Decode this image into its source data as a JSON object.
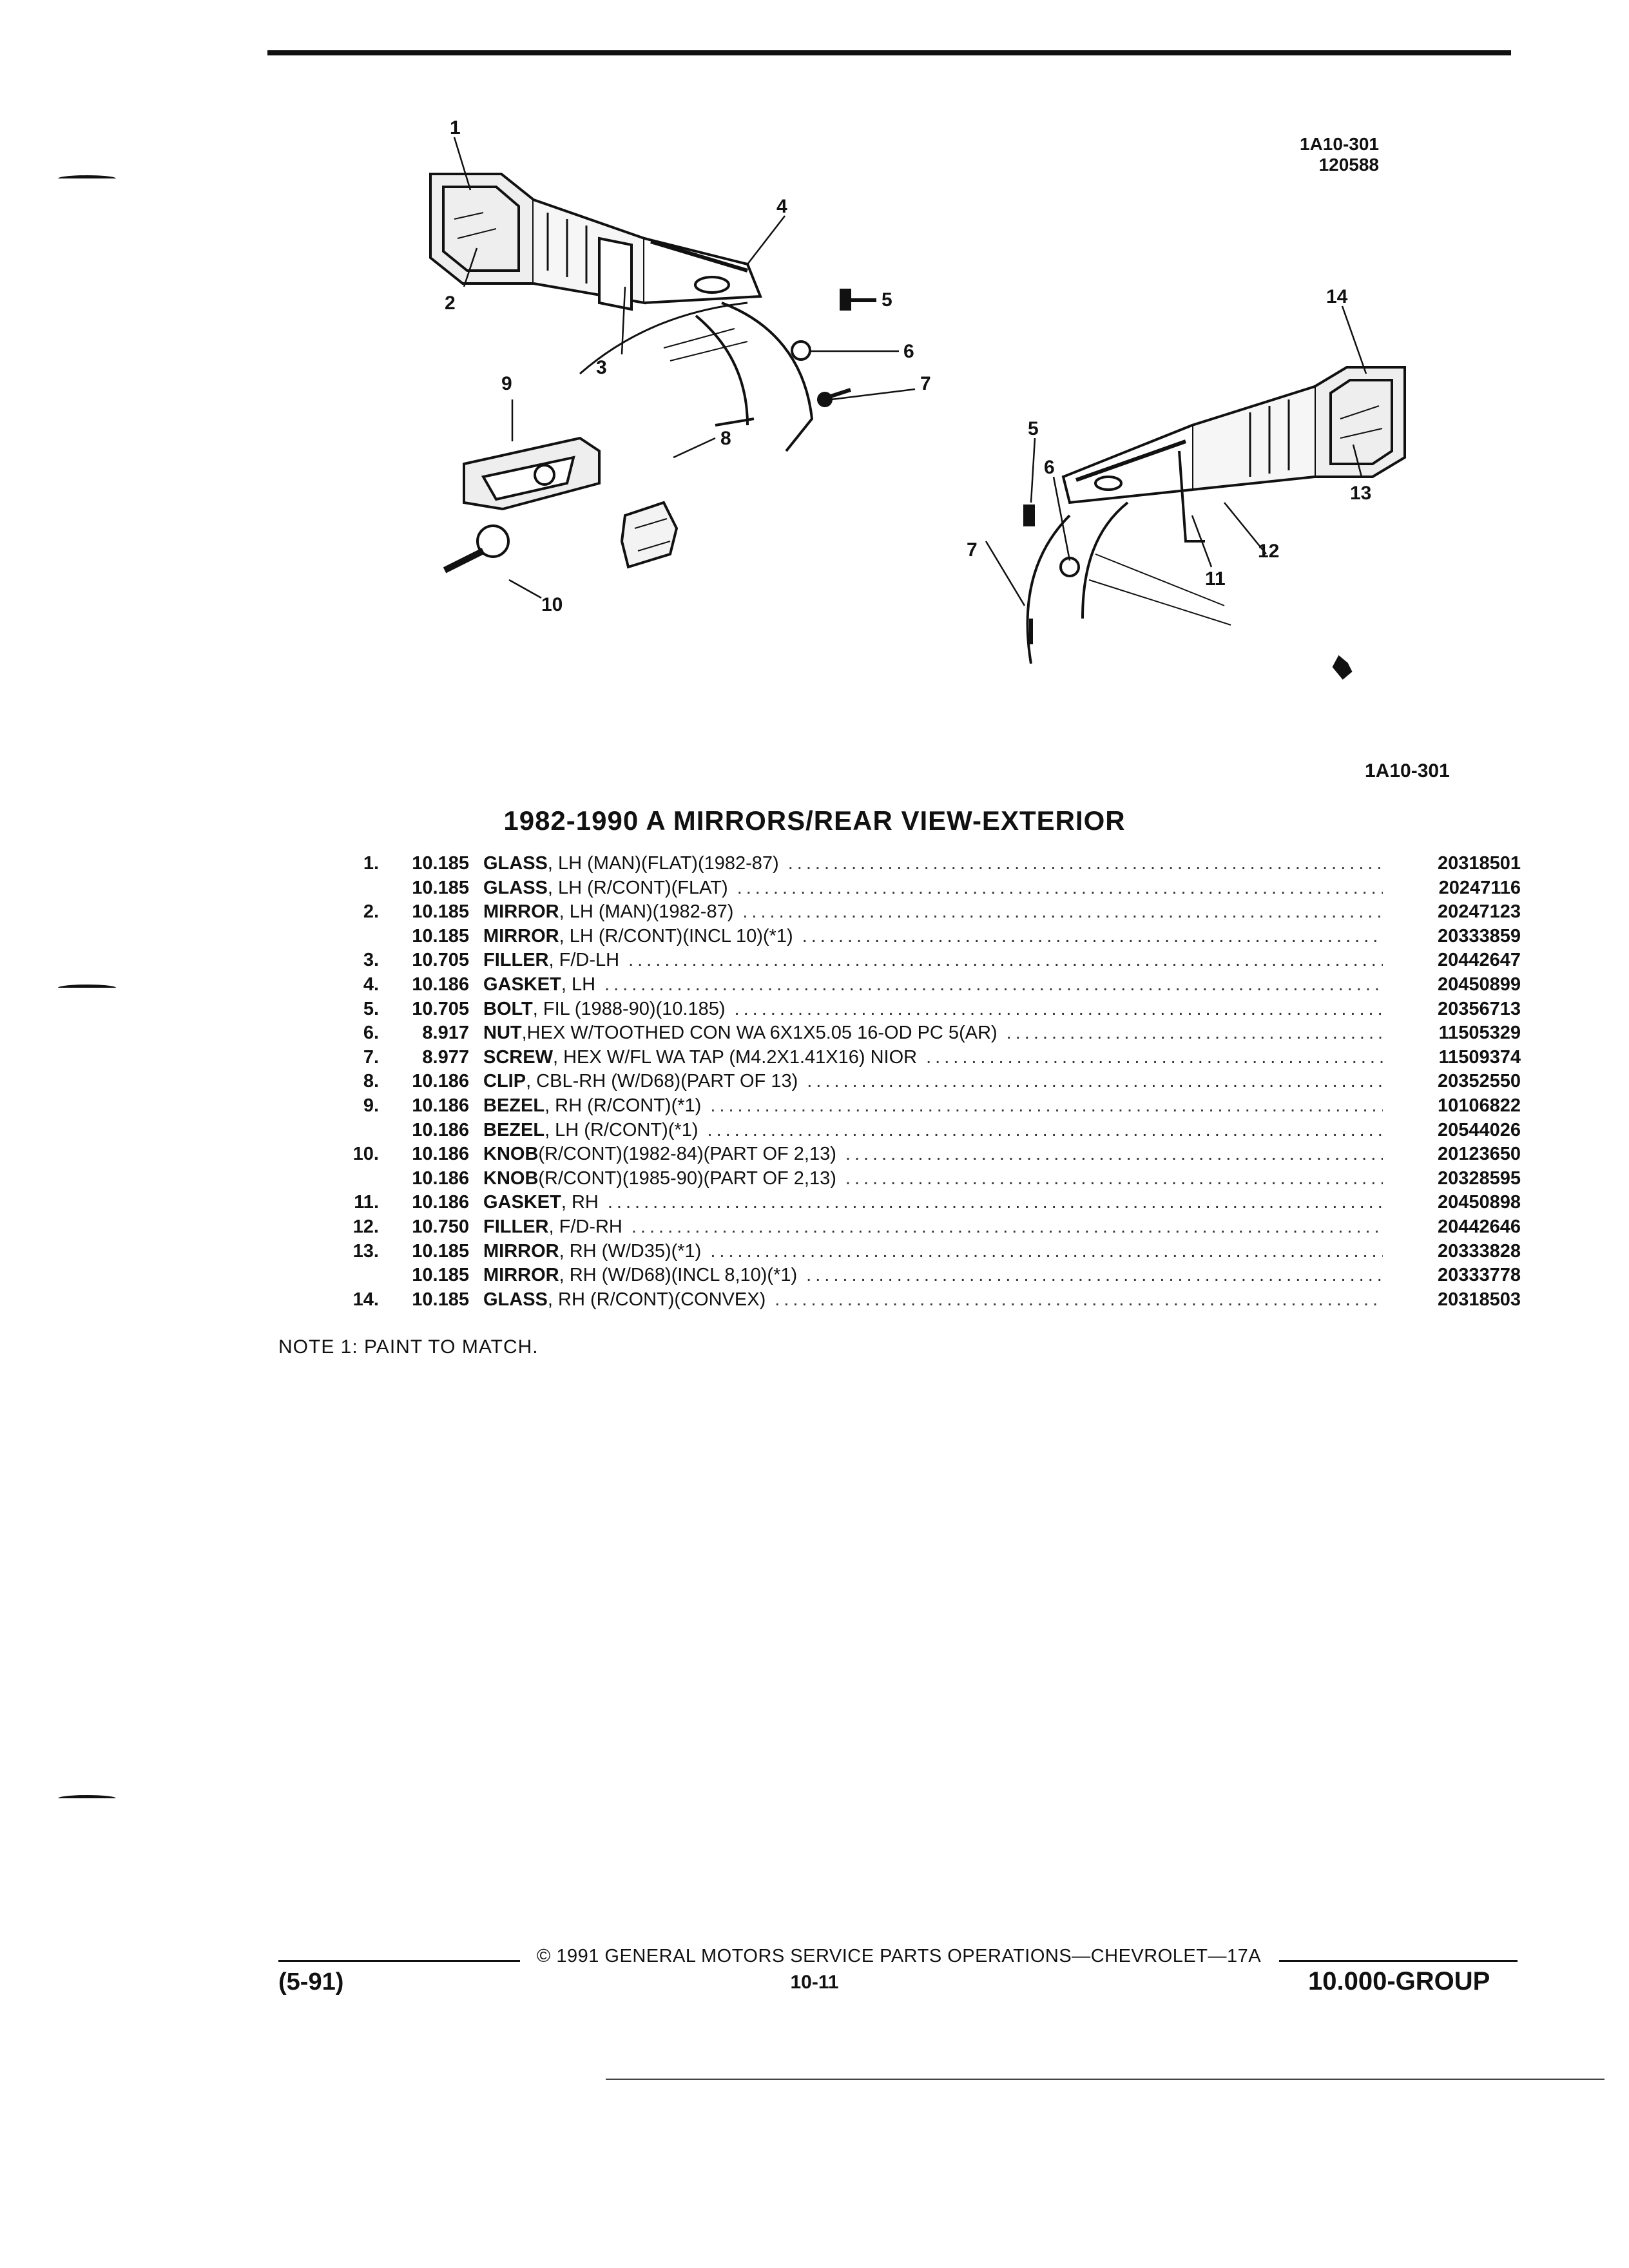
{
  "header": {
    "diagram_ref_top": "1A10-301",
    "diagram_date": "120588",
    "diagram_ref_bottom": "1A10-301"
  },
  "illustration": {
    "callouts": [
      "1",
      "2",
      "3",
      "4",
      "5",
      "6",
      "7",
      "9",
      "8",
      "10",
      "14",
      "13",
      "5",
      "6",
      "7",
      "12",
      "11"
    ]
  },
  "section_title": "1982-1990 A MIRRORS/REAR VIEW-EXTERIOR",
  "parts": [
    {
      "item": "1.",
      "code": "10.185",
      "name": "GLASS",
      "desc": " , LH (MAN)(FLAT)(1982-87)",
      "part": "20318501"
    },
    {
      "item": "",
      "code": "10.185",
      "name": "GLASS",
      "desc": " , LH (R/CONT)(FLAT)",
      "part": "20247116"
    },
    {
      "item": "2.",
      "code": "10.185",
      "name": "MIRROR",
      "desc": " , LH (MAN)(1982-87)",
      "part": "20247123"
    },
    {
      "item": "",
      "code": "10.185",
      "name": "MIRROR",
      "desc": " , LH (R/CONT)(INCL 10)(*1)",
      "part": "20333859"
    },
    {
      "item": "3.",
      "code": "10.705",
      "name": "FILLER",
      "desc": " , F/D-LH",
      "part": "20442647"
    },
    {
      "item": "4.",
      "code": "10.186",
      "name": "GASKET",
      "desc": " , LH",
      "part": "20450899"
    },
    {
      "item": "5.",
      "code": "10.705",
      "name": "BOLT",
      "desc": " , FIL (1988-90)(10.185)",
      "part": "20356713"
    },
    {
      "item": "6.",
      "code": "8.917",
      "name": "NUT",
      "desc": " ,HEX W/TOOTHED CON WA 6X1X5.05 16-OD PC 5(AR)",
      "part": "11505329"
    },
    {
      "item": "7.",
      "code": "8.977",
      "name": "SCREW",
      "desc": " , HEX W/FL WA TAP (M4.2X1.41X16) NIOR",
      "part": "11509374"
    },
    {
      "item": "8.",
      "code": "10.186",
      "name": "CLIP",
      "desc": " , CBL-RH (W/D68)(PART OF 13)",
      "part": "20352550"
    },
    {
      "item": "9.",
      "code": "10.186",
      "name": "BEZEL",
      "desc": " , RH (R/CONT)(*1)",
      "part": "10106822"
    },
    {
      "item": "",
      "code": "10.186",
      "name": "BEZEL",
      "desc": " , LH (R/CONT)(*1)",
      "part": "20544026"
    },
    {
      "item": "10.",
      "code": "10.186",
      "name": "KNOB",
      "desc": " (R/CONT)(1982-84)(PART OF 2,13)",
      "part": "20123650"
    },
    {
      "item": "",
      "code": "10.186",
      "name": "KNOB",
      "desc": " (R/CONT)(1985-90)(PART OF 2,13)",
      "part": "20328595"
    },
    {
      "item": "11.",
      "code": "10.186",
      "name": "GASKET",
      "desc": " , RH",
      "part": "20450898"
    },
    {
      "item": "12.",
      "code": "10.750",
      "name": "FILLER",
      "desc": " , F/D-RH",
      "part": "20442646"
    },
    {
      "item": "13.",
      "code": "10.185",
      "name": "MIRROR",
      "desc": " , RH (W/D35)(*1)",
      "part": "20333828"
    },
    {
      "item": "",
      "code": "10.185",
      "name": "MIRROR",
      "desc": " , RH (W/D68)(INCL 8,10)(*1)",
      "part": "20333778"
    },
    {
      "item": "14.",
      "code": "10.185",
      "name": "GLASS",
      "desc": " , RH (R/CONT)(CONVEX)",
      "part": "20318503"
    }
  ],
  "note": "NOTE  1:  PAINT TO MATCH.",
  "footer": {
    "copyright": "©  1991  GENERAL MOTORS SERVICE PARTS OPERATIONS—CHEVROLET—17A",
    "page": "10-11",
    "date": "(5-91)",
    "group": "10.000-GROUP"
  }
}
